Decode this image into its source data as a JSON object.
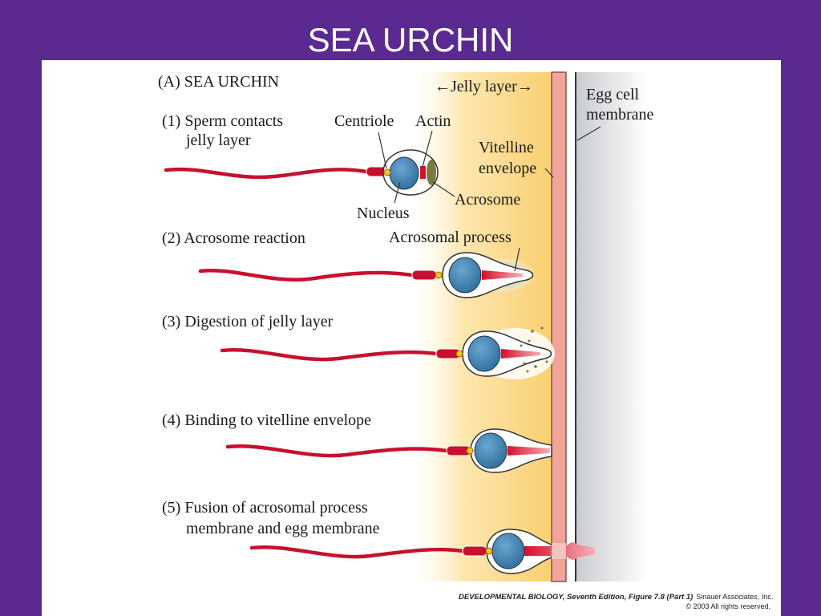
{
  "slide": {
    "title": "SEA URCHIN"
  },
  "figure": {
    "panel_title": "(A)  SEA URCHIN",
    "labels": {
      "jelly_layer": "←Jelly layer→",
      "egg_cell_membrane": [
        "Egg cell",
        "membrane"
      ],
      "vitelline_envelope": [
        "Vitelline",
        "envelope"
      ],
      "centriole": "Centriole",
      "actin": "Actin",
      "nucleus": "Nucleus",
      "acrosome": "Acrosome",
      "acrosomal_process": "Acrosomal process"
    },
    "steps": [
      {
        "lines": [
          "(1) Sperm contacts",
          "      jelly layer"
        ]
      },
      {
        "lines": [
          "(2) Acrosome reaction"
        ]
      },
      {
        "lines": [
          "(3) Digestion of jelly layer"
        ]
      },
      {
        "lines": [
          "(4) Binding to vitelline envelope"
        ]
      },
      {
        "lines": [
          "(5) Fusion of acrosomal process",
          "      membrane and egg membrane"
        ]
      }
    ],
    "credit": {
      "line1_bold": "DEVELOPMENTAL BIOLOGY, Seventh Edition, Figure 7.8 (Part 1)",
      "line1_rest": "Sinauer Associates, Inc.",
      "line2": "© 2003 All rights reserved."
    }
  },
  "colors": {
    "background": "#5b2a91",
    "jelly": "#fbd98a",
    "vitelline": "#f2a49a",
    "sperm_tail": "#c8102e",
    "nucleus": "#3d82b5",
    "acrosome": "#7a7a3a"
  }
}
